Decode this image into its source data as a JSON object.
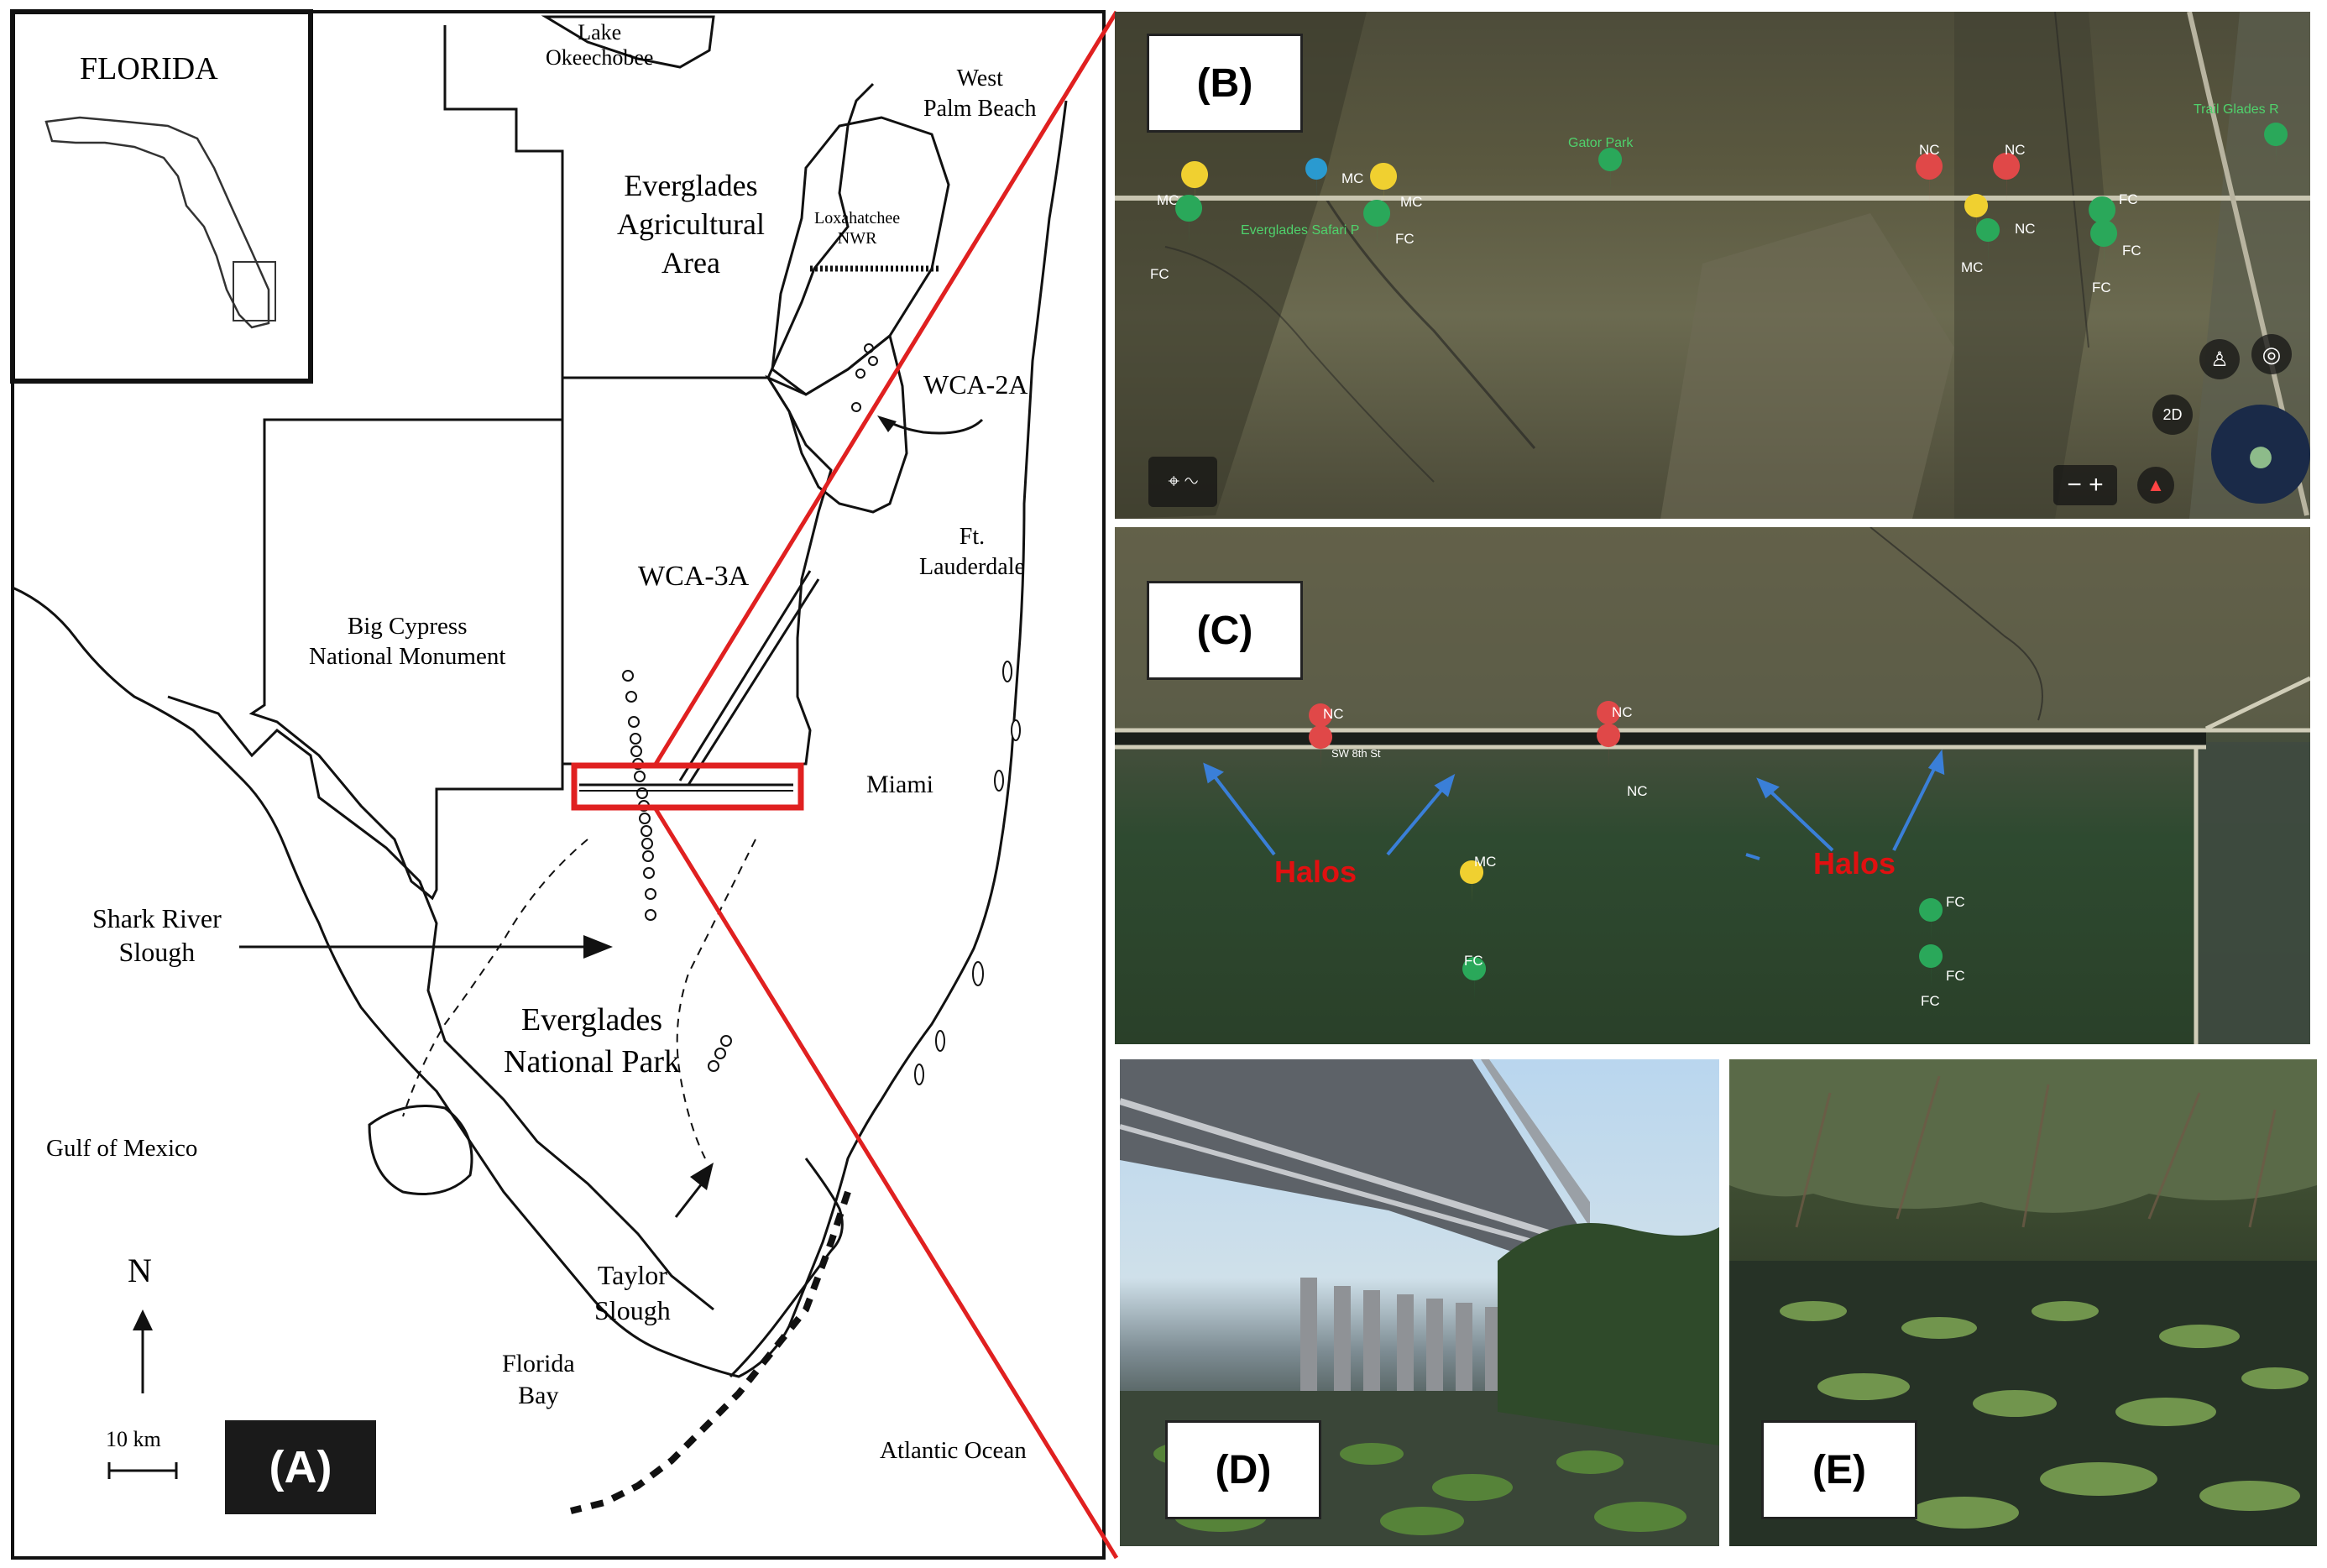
{
  "panel_labels": {
    "a": "(A)",
    "b": "(B)",
    "c": "(C)",
    "d": "(D)",
    "e": "(E)"
  },
  "map_a": {
    "inset_title": "FLORIDA",
    "lake": "Lake\nOkeechobee",
    "west_palm": "West\nPalm Beach",
    "eaa": "Everglades\nAgricultural\nArea",
    "loxahatchee": "Loxahatchee\nNWR",
    "wca2a": "WCA-2A",
    "ft_lauderdale": "Ft.\nLauderdale",
    "wca3a": "WCA-3A",
    "big_cypress": "Big Cypress\nNational Monument",
    "miami": "Miami",
    "shark_river": "Shark River\nSlough",
    "everglades_np": "Everglades\nNational Park",
    "gulf": "Gulf of Mexico",
    "taylor": "Taylor\nSlough",
    "florida_bay": "Florida\nBay",
    "atlantic": "Atlantic Ocean",
    "north": "N",
    "scale": "10 km"
  },
  "panel_b": {
    "pins": [
      {
        "t": "MC",
        "c": "yellow"
      },
      {
        "t": "FC",
        "c": "green"
      },
      {
        "t": "MC",
        "c": "blue"
      },
      {
        "t": "MC",
        "c": "yellow"
      },
      {
        "t": "FC",
        "c": "green"
      },
      {
        "t": "NC",
        "c": "red"
      },
      {
        "t": "NC",
        "c": "red"
      },
      {
        "t": "NC",
        "c": "yellow"
      },
      {
        "t": "MC",
        "c": "green"
      },
      {
        "t": "FC",
        "c": "green"
      },
      {
        "t": "FC",
        "c": "green"
      }
    ],
    "place_gator": "Gator Park",
    "place_safari": "Everglades Safari P",
    "place_trail": "Trail Glades R",
    "road_fc": "FC",
    "ctrl_2d": "2D",
    "ctrl_zoom": "−  +"
  },
  "panel_c": {
    "pins": [
      {
        "t": "NC",
        "c": "red"
      },
      {
        "t": "NC",
        "c": "red"
      },
      {
        "t": "MC",
        "c": "yellow"
      },
      {
        "t": "FC",
        "c": "green"
      },
      {
        "t": "FC",
        "c": "green"
      },
      {
        "t": "FC",
        "c": "green"
      }
    ],
    "road": "SW 8th St",
    "halos_1": "Halos",
    "halos_2": "Halos"
  },
  "colors": {
    "red": "#e02020",
    "map_line": "#111111",
    "pin_red": "#e04848",
    "pin_green": "#2aa85a",
    "pin_yellow": "#f0d030",
    "pin_blue": "#2a9ad0",
    "arrow_blue": "#3a7fd8"
  }
}
